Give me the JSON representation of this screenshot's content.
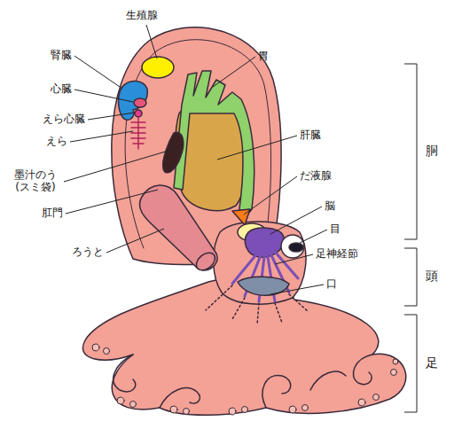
{
  "diagram": {
    "labels": [
      "生殖腺",
      "胃",
      "腎臓",
      "心臓",
      "えら心臓",
      "肝臓",
      "えら",
      "墨汁のう (スミ袋)",
      "だ液腺",
      "脳",
      "肛門",
      "目",
      "足神経節",
      "ろうと",
      "口",
      "胴",
      "頭",
      "足"
    ]
  }
}
